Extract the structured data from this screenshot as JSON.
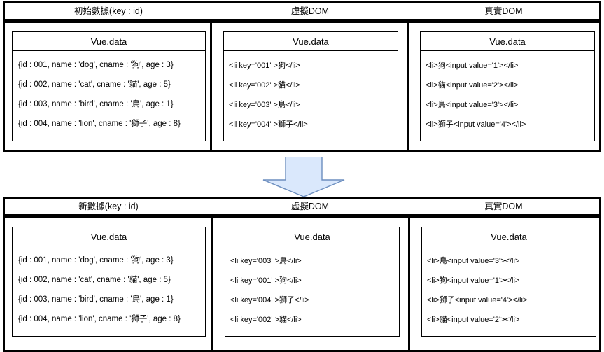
{
  "diagram": {
    "title": "Vue key diff diagram",
    "arrow_icon": "down-arrow-icon",
    "arrow_fill": "#dae8fc",
    "arrow_stroke": "#6c8ebf",
    "card_title": "Vue.data"
  },
  "panels": [
    {
      "id": "initial",
      "headers": [
        "初始數據(key : id)",
        "虛擬DOM",
        "真實DOM"
      ],
      "columns": [
        {
          "id": "data",
          "card_title": "Vue.data",
          "rows": [
            "{id : 001, name : 'dog', cname : '狗', age : 3}",
            "{id : 002, name : 'cat', cname : '貓', age : 5}",
            "{id : 003, name : 'bird', cname : '鳥', age : 1}",
            "{id : 004, name : 'lion', cname : '獅子', age : 8}"
          ]
        },
        {
          "id": "virtual-dom",
          "card_title": "Vue.data",
          "rows": [
            "<li key='001' >狗</li>",
            "<li key='002' >貓</li>",
            "<li key='003' >鳥</li>",
            "<li key='004' >獅子</li>"
          ]
        },
        {
          "id": "real-dom",
          "card_title": "Vue.data",
          "rows": [
            "<li>狗<input value='1'></li>",
            "<li>貓<input value='2'></li>",
            "<li>鳥<input value='3'></li>",
            "<li>獅子<input value='4'></li>"
          ]
        }
      ]
    },
    {
      "id": "updated",
      "headers": [
        "新數據(key : id)",
        "虛擬DOM",
        "真實DOM"
      ],
      "columns": [
        {
          "id": "data",
          "card_title": "Vue.data",
          "rows": [
            "{id : 001, name : 'dog', cname : '狗', age : 3}",
            "{id : 002, name : 'cat', cname : '貓', age : 5}",
            "{id : 003, name : 'bird', cname : '鳥', age : 1}",
            "{id : 004, name : 'lion', cname : '獅子', age : 8}"
          ]
        },
        {
          "id": "virtual-dom",
          "card_title": "Vue.data",
          "rows": [
            "<li key='003' >鳥</li>",
            "<li key='001' >狗</li>",
            "<li key='004' >獅子</li>",
            "<li key='002' >貓</li>"
          ]
        },
        {
          "id": "real-dom",
          "card_title": "Vue.data",
          "rows": [
            "<li>鳥<input value='3'></li>",
            "<li>狗<input value='1'></li>",
            "<li>獅子<input value='4'></li>",
            "<li>貓<input value='2'></li>"
          ]
        }
      ]
    }
  ]
}
